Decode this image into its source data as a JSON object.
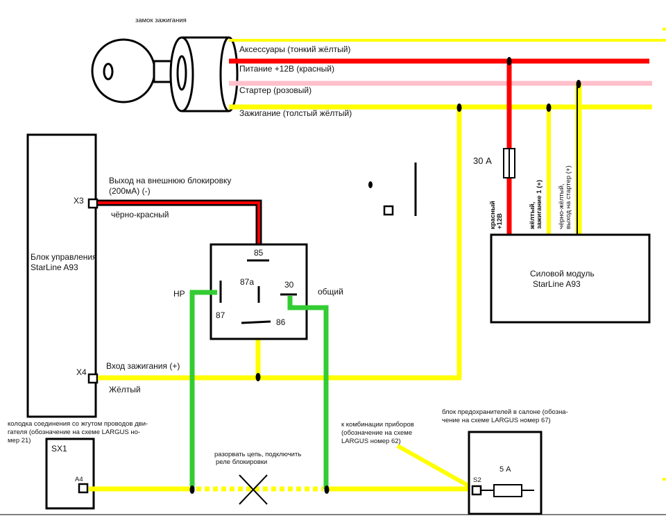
{
  "colors": {
    "yellow": "#ffff00",
    "red": "#ff0000",
    "pink": "#ffc0cb",
    "green": "#33cc33",
    "black": "#000000"
  },
  "ignition_lock": {
    "title": "замок зажигания"
  },
  "switch_wires": {
    "accessories": "Аксессуары (тонкий жёлтый)",
    "power": "Питание +12В (красный)",
    "starter": "Стартер (розовый)",
    "ignition": "Зажигание (толстый жёлтый)"
  },
  "control_unit": {
    "name_line1": "Блок управления",
    "name_line2": "StarLine A93",
    "x3_pin": "X3",
    "x4_pin": "X4",
    "block_output_line1": "Выход на внешнюю блокировку",
    "block_output_line2": "(200мА) (-)",
    "block_output_wire": "чёрно-красный",
    "ignition_input": "Вход зажигания (+)",
    "ignition_input_wire": "Жёлтый"
  },
  "relay": {
    "pin_85": "85",
    "pin_87a": "87a",
    "pin_30": "30",
    "pin_87": "87",
    "pin_86": "86",
    "nc_label": "НР",
    "common_label": "общий"
  },
  "power_module": {
    "name_line1": "Силовой модуль",
    "name_line2": "StarLine A93",
    "fuse": "30 А",
    "wire_red_line1": "красный",
    "wire_red_line2": "+12В",
    "wire_yellow_line1": "жёлтый,",
    "wire_yellow_line2": "зажигание 1 (+)",
    "wire_starter_line1": "чёрно-жёлтый,",
    "wire_starter_line2": "выход на стартер (+)"
  },
  "harness_connector": {
    "desc_line1": "колодка соединения со жгутом проводов дви-",
    "desc_line2": "гателя (обозначение на схеме LARGUS но-",
    "desc_line3": "мер 21)",
    "name": "SX1",
    "pin": "A4"
  },
  "break_note": {
    "line1": "разорвать цепь, подключить",
    "line2": "реле блокировки"
  },
  "instrument_cluster": {
    "line1": "к комбинации приборов",
    "line2": "(обозначение на схеме",
    "line3": "LARGUS номер 62)"
  },
  "fuse_box": {
    "line1": "блок предохранителей в салоне (обозна-",
    "line2": "чение на схеме LARGUS номер 67)",
    "pin": "S2",
    "fuse": "5 А"
  }
}
